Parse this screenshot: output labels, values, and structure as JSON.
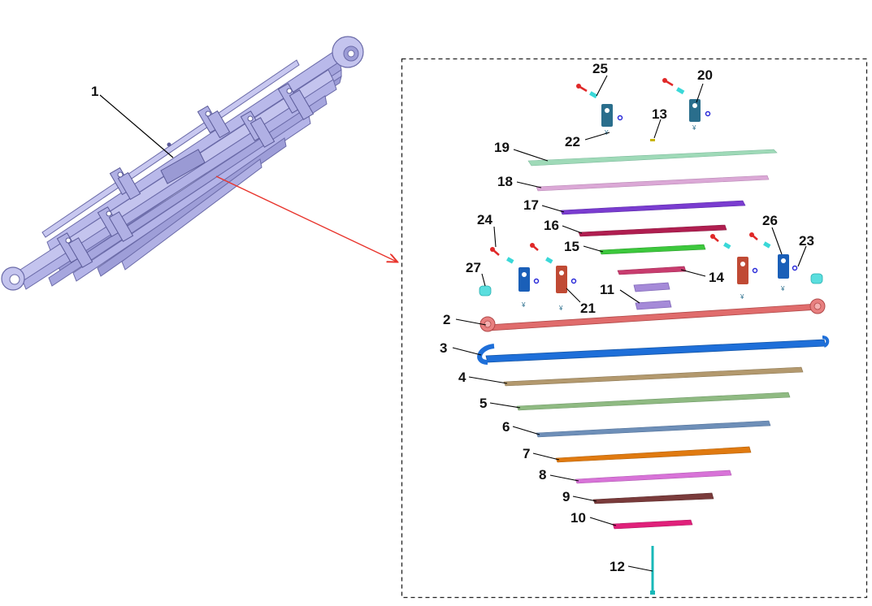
{
  "labels": {
    "p1": "1",
    "p2": "2",
    "p3": "3",
    "p4": "4",
    "p5": "5",
    "p6": "6",
    "p7": "7",
    "p8": "8",
    "p9": "9",
    "p10": "10",
    "p11": "11",
    "p12": "12",
    "p13": "13",
    "p14": "14",
    "p15": "15",
    "p16": "16",
    "p17": "17",
    "p18": "18",
    "p19": "19",
    "p20": "20",
    "p21": "21",
    "p22": "22",
    "p23": "23",
    "p24": "24",
    "p25": "25",
    "p26": "26",
    "p27": "27"
  },
  "colors": {
    "assembly": "#b9b9ea",
    "assembly_edge": "#6a6aa8",
    "arrow": "#e8342c",
    "frame": "#222222",
    "leaf2": "#e06c6c",
    "leaf3": "#1e6fd9",
    "leaf4": "#b3996e",
    "leaf5": "#8fba82",
    "leaf6": "#6e8fb8",
    "leaf7": "#e07a10",
    "leaf8": "#d873d8",
    "leaf9": "#7a3b3b",
    "leaf10": "#e0207a",
    "leaf14": "#c83c6e",
    "leaf15": "#3cc83c",
    "leaf16": "#b01e50",
    "leaf17": "#7a3cd0",
    "leaf18": "#dba8d6",
    "leaf19": "#9fdab8",
    "bolt": "#18b8b8",
    "clip_blue": "#1a5fb8",
    "clip_red": "#c04a34",
    "clip_teal": "#2a6e8c",
    "pin_red": "#e02828",
    "pin_cyan": "#3ad8d8",
    "washer": "#2a2ad8"
  },
  "icons": [
    "leaf-spring-assembly",
    "exploded-view-frame",
    "leader-arrow"
  ]
}
